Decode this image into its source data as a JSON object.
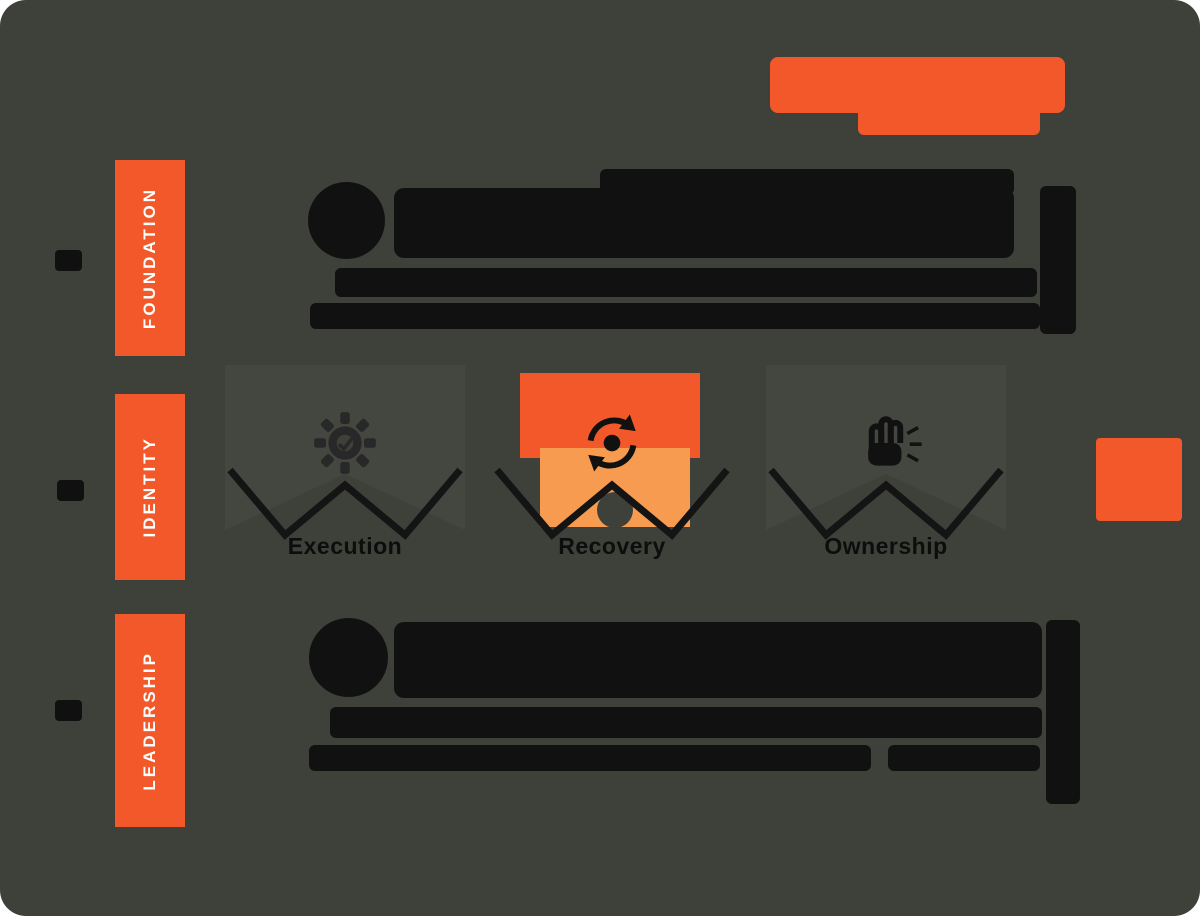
{
  "canvas": {
    "background_color": "#3E4139",
    "accent_color": "#F2582A",
    "accent_light_color": "#F79B51",
    "ink_color": "#111111"
  },
  "sections": [
    {
      "label": "FOUNDATION"
    },
    {
      "label": "IDENTITY"
    },
    {
      "label": "LEADERSHIP"
    }
  ],
  "pillars": [
    {
      "label": "Execution",
      "icon": "gear-check-icon"
    },
    {
      "label": "Recovery",
      "icon": "cycle-arrows-icon"
    },
    {
      "label": "Ownership",
      "icon": "fist-icon"
    }
  ]
}
